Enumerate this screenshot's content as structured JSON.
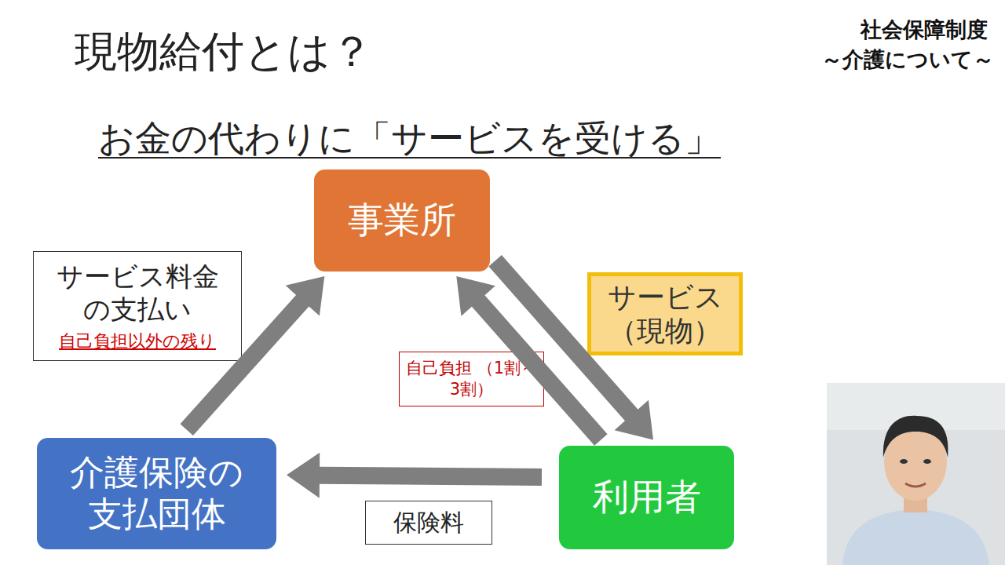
{
  "diagram": {
    "title": "現物給付とは？",
    "nodes": [
      {
        "text": [
          "事業所"
        ]
      },
      {
        "text": [
          "サービス料金 の支払い",
          "自己負担以外の残り"
        ]
      },
      {
        "text": [
          "サービス （現物）"
        ]
      },
      {
        "text": [
          "自己負担 （1割～3割）"
        ]
      },
      {
        "text": [
          "介護保険の 支払団体"
        ]
      },
      {
        "text": [
          "利用者"
        ]
      },
      {
        "text": [
          "保険料"
        ]
      }
    ],
    "edges": [
      {
        "from": 4,
        "to": 0,
        "arrow": "to"
      },
      {
        "from": 0,
        "to": 5,
        "arrow": "to"
      },
      {
        "from": 5,
        "to": 0,
        "arrow": "to"
      },
      {
        "from": 5,
        "to": 4,
        "arrow": "to"
      }
    ],
    "labels": [
      "社会保障制度",
      "～介護について～",
      "お金の代わりに「サービスを受ける」"
    ]
  }
}
